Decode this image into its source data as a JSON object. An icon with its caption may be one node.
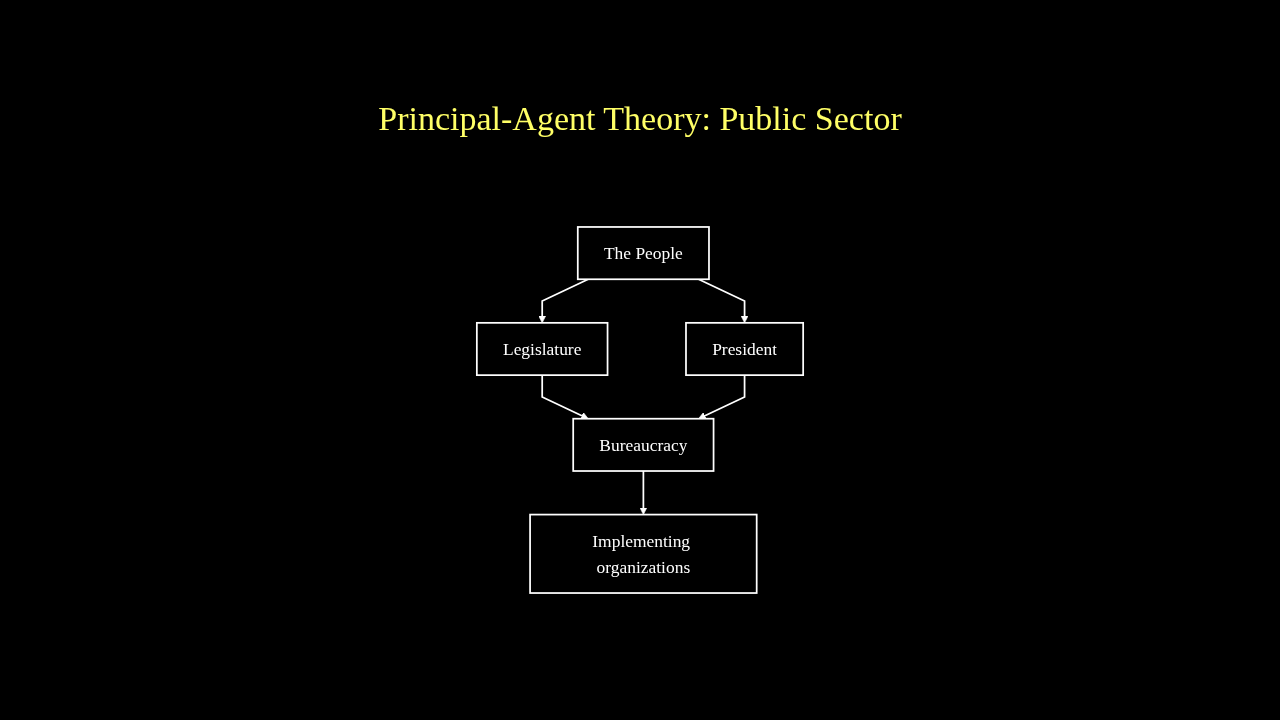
{
  "diagram": {
    "title": "Principal-Agent Theory: Public Sector",
    "nodes": [
      {
        "text": [
          "The People"
        ]
      },
      {
        "text": [
          "Legislature"
        ]
      },
      {
        "text": [
          "President"
        ]
      },
      {
        "text": [
          "Bureaucracy"
        ]
      },
      {
        "text": [
          "Implementing organizations"
        ]
      }
    ],
    "edges": [
      {
        "from": 0,
        "to": 1,
        "arrow": "to"
      },
      {
        "from": 0,
        "to": 2,
        "arrow": "to"
      },
      {
        "from": 1,
        "to": 3,
        "arrow": "to"
      },
      {
        "from": 2,
        "to": 3,
        "arrow": "to"
      },
      {
        "from": 3,
        "to": 4,
        "arrow": "to"
      }
    ]
  }
}
